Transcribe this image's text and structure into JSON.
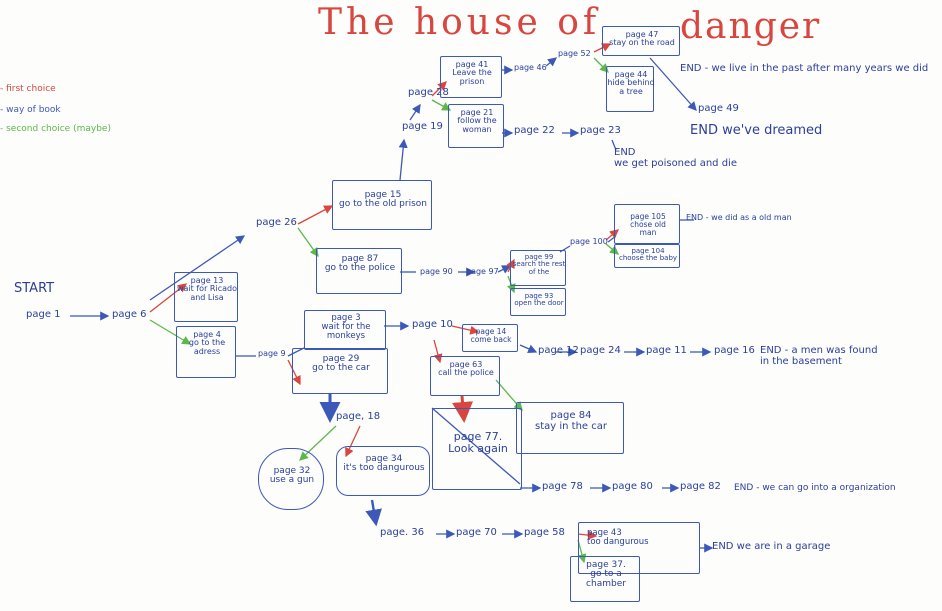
{
  "title": {
    "part1": "The house of",
    "part2": "danger"
  },
  "legend": [
    {
      "label": "- first choice",
      "color": "#d8463f"
    },
    {
      "label": "- way of book",
      "color": "#3d59b8"
    },
    {
      "label": "- second choice (maybe)",
      "color": "#5cb84a"
    }
  ],
  "start": {
    "label": "START",
    "page1": "page 1",
    "page6": "page 6"
  },
  "nodes": {
    "p13": "page 13\nwait for Ricado\nand Lisa",
    "p4": "page 4\ngo to the\nadress",
    "p26": "page 26",
    "p15": "page 15\ngo to the old prison",
    "p87": "page 87\ngo to the police",
    "p28": "page 28",
    "p19": "page 19",
    "p41": "page 41\nLeave the\nprison",
    "p21": "page 21\nfollow the\nwoman",
    "p46": "page 46",
    "p52": "page 52",
    "p47": "page 47\nstay on the road",
    "p44": "page 44\nhide behind\na tree",
    "p22": "page 22",
    "p23": "page 23",
    "p49": "page 49",
    "p90": "page 90",
    "p97": "page 97",
    "p99": "page 99\nsearch the rest\nof the",
    "p93": "page 93\nopen the door",
    "p100": "page 100",
    "p105": "page 105\nchose old\nman",
    "p104": "page 104\nchoose the baby",
    "p9": "page 9",
    "p3": "page 3\nwait for the\nmonkeys",
    "p29": "page 29\ngo to the car",
    "p10": "page 10",
    "p14": "page 14\ncome back",
    "p63": "page 63\ncall the police",
    "p12": "page 12",
    "p24": "page 24",
    "p11": "page 11",
    "p16": "page 16",
    "p18": "page, 18",
    "p32": "page 32\nuse a gun",
    "p34": "page 34\nit's too dangurous",
    "p77": "page 77.\nLook again",
    "p84": "page 84\nstay in the car",
    "p78": "page 78",
    "p80": "page 80",
    "p82": "page 82",
    "p36": "page. 36",
    "p70": "page 70",
    "p58": "page 58",
    "p43": "page 43\ntoo dangurous",
    "p37": "page 37.\ngo to a\nchamber"
  },
  "endings": {
    "past": "END - we live in the past after many years we did",
    "dreamed": "END we've dreamed",
    "poisoned": "END\nwe get poisoned and die",
    "oldman": "END - we did as a old man",
    "basement": "END - a men was found\nin the basement",
    "organization": "END - we can go into a organization",
    "garage": "END we are in a garage"
  },
  "colors": {
    "blue": "#3d59b8",
    "red": "#d8463f",
    "green": "#5cb84a",
    "ink": "#2a3f9a"
  }
}
